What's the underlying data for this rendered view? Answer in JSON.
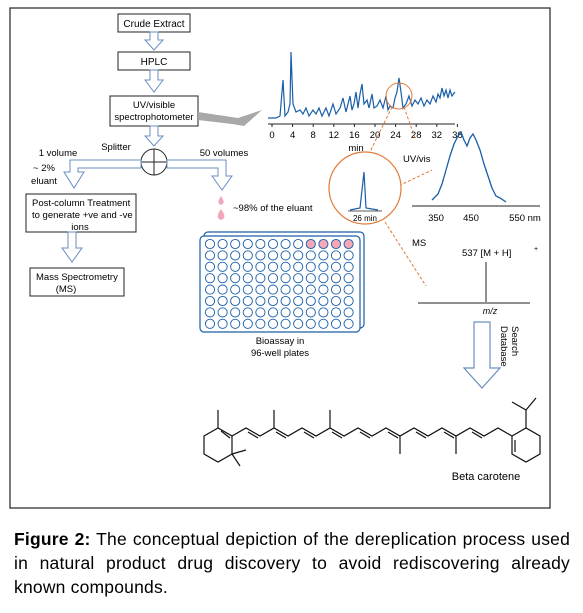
{
  "flow": {
    "crude_extract": "Crude Extract",
    "hplc": "HPLC",
    "uv_line1": "UV/visible",
    "uv_line2": "spectrophotometer",
    "splitter": "Splitter",
    "one_volume": "1 volume",
    "two_percent": "~ 2%",
    "eluant": "eluant",
    "fifty_volumes": "50 volumes",
    "postcol_line1": "Post-column Treatment",
    "postcol_line2": "to generate +ve and -ve",
    "postcol_line3": "ions",
    "ms_line1": "Mass Spectrometry",
    "ms_line2": "(MS)",
    "ninetyeight": "~98% of the eluant",
    "bioassay_line1": "Bioassay in",
    "bioassay_line2": "96-well plates"
  },
  "chromatogram": {
    "x_ticks": [
      "0",
      "4",
      "8",
      "12",
      "16",
      "20",
      "24",
      "28",
      "32",
      "36"
    ],
    "x_unit": "min",
    "peak_label": "26 min"
  },
  "uvvis": {
    "label": "UV/vis",
    "ticks": [
      "350",
      "450",
      "550 nm"
    ]
  },
  "ms": {
    "label": "MS",
    "peak_label": "537 [M + H]",
    "peak_sup": "+",
    "axis_label": "m/z"
  },
  "search": {
    "line1": "Search",
    "line2": "Database"
  },
  "compound": "Beta carotene",
  "caption": {
    "bold": "Figure 2:",
    "text": "The conceptual depiction of the dereplication process used in natural product drug discovery to avoid rediscovering already known compounds."
  },
  "colors": {
    "border": "#222222",
    "trace": "#1a5ea8",
    "plate": "#1a5ea8",
    "pink": "#f2a8b8",
    "orange": "#e07b39",
    "gray_arrow": "#a0a0a0"
  }
}
